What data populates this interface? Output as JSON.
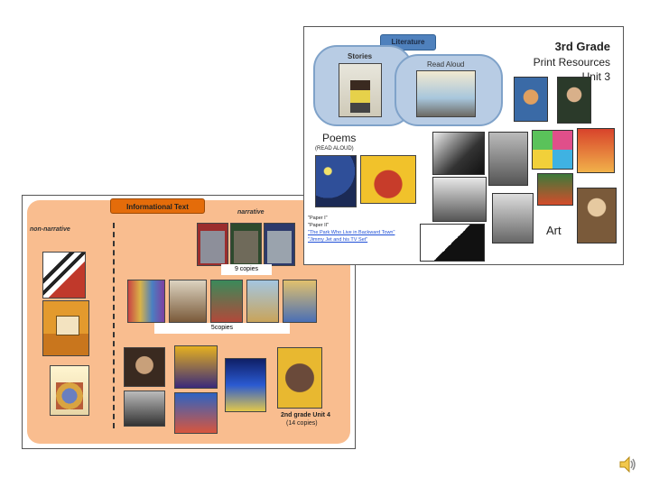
{
  "info": {
    "header": "Informational Text",
    "narrative": "narrative",
    "non_narrative": "non-narrative",
    "copies_9": "9 copies",
    "copies_5": "5copies",
    "grade_note_line1": "2nd grade Unit 4",
    "grade_note_line2": "(14 copies)",
    "colors": {
      "panel": "#f9bd8f",
      "header": "#e46c0a",
      "frame": "#555555"
    }
  },
  "slide": {
    "title_line1": "3rd Grade",
    "title_line2": "Print Resources",
    "title_line3": "Unit 3",
    "literature_label": "Literature",
    "stories_label": "Stories",
    "read_aloud_label": "Read Aloud",
    "poems_label": "Poems",
    "poems_note": "(READ ALOUD)",
    "art_label": "Art",
    "poem_list": {
      "line1": "\"Paper I\"",
      "line2": "\"Paper II\"",
      "link1": "\"The Park Who Live in Backward Town\"",
      "link2": "\"Jimmy Jet and his TV Set\""
    },
    "colors": {
      "literature": "#4f81bd",
      "circle": "#b8cce4",
      "link": "#1f4fd6"
    }
  },
  "icons": {
    "speaker": "speaker-icon"
  }
}
